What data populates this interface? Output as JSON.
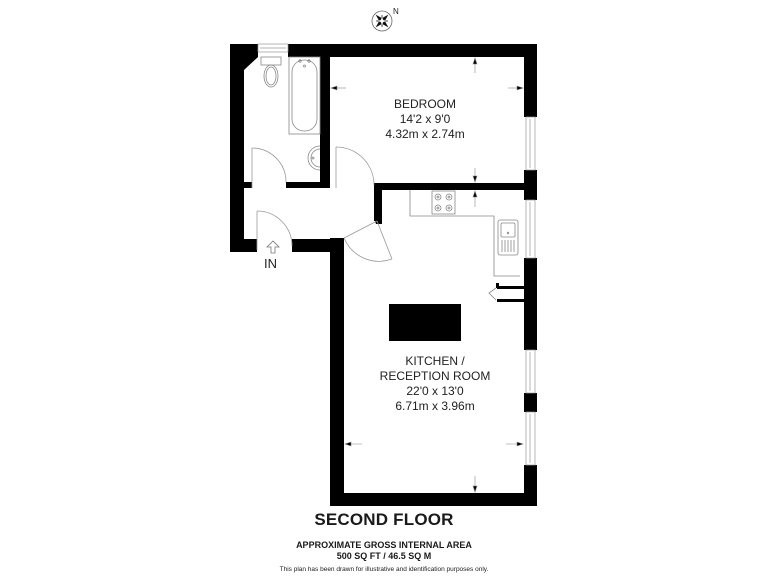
{
  "compass": {
    "icon": "north-compass-icon",
    "label": "N"
  },
  "rooms": {
    "bedroom": {
      "name": "BEDROOM",
      "imperial": "14'2 x 9'0",
      "metric": "4.32m x 2.74m"
    },
    "kitchen": {
      "name_line1": "KITCHEN /",
      "name_line2": "RECEPTION ROOM",
      "imperial": "22'0 x 13'0",
      "metric": "6.71m x 3.96m"
    },
    "bathroom": {
      "fixtures": [
        "toilet",
        "bath",
        "basin"
      ]
    }
  },
  "entry": {
    "label": "IN",
    "icon": "entry-arrow-icon"
  },
  "footer": {
    "floor_title": "SECOND FLOOR",
    "area_title": "APPROXIMATE GROSS INTERNAL AREA",
    "area_value": "500 SQ FT / 46.5 SQ M",
    "disclaimer": "This plan has been drawn for illustrative and identification purposes only."
  },
  "colors": {
    "wall": "#000000",
    "fixture_line": "#999999",
    "background": "#ffffff"
  }
}
